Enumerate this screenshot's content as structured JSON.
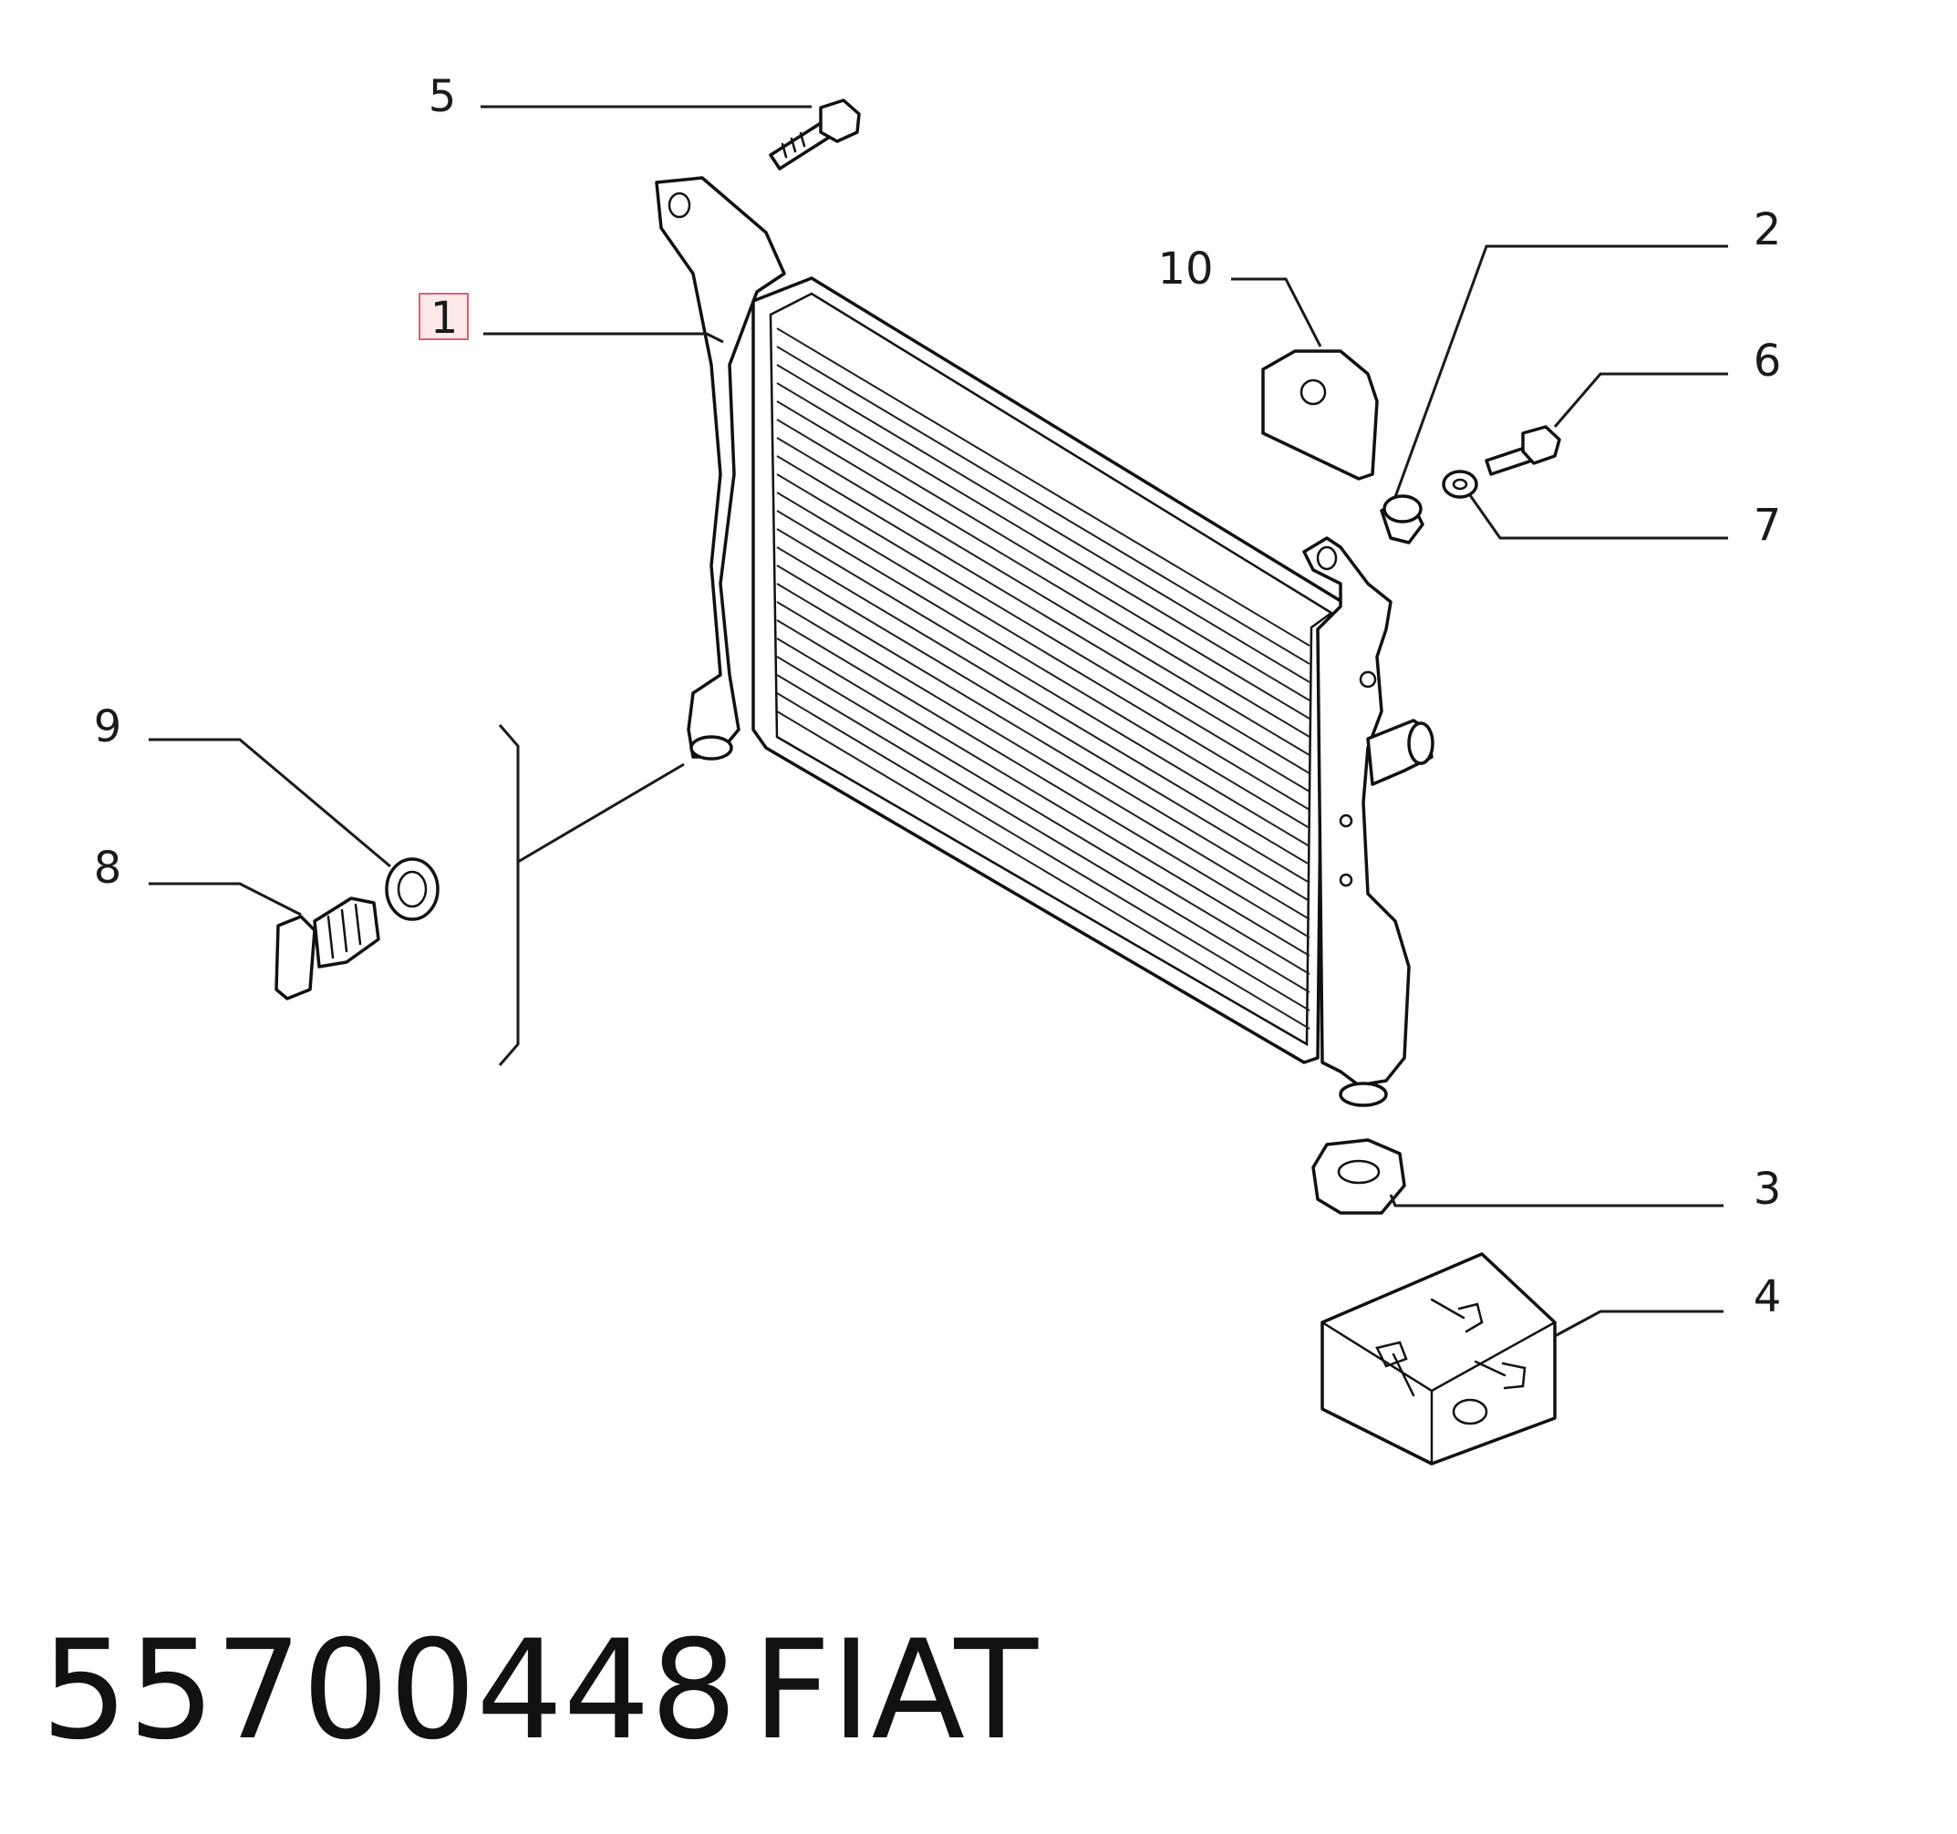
{
  "callouts": [
    {
      "label": "1",
      "highlighted": true
    },
    {
      "label": "2"
    },
    {
      "label": "3"
    },
    {
      "label": "4"
    },
    {
      "label": "5"
    },
    {
      "label": "6"
    },
    {
      "label": "7"
    },
    {
      "label": "8"
    },
    {
      "label": "9"
    },
    {
      "label": "10"
    }
  ],
  "caption": {
    "part_number": "55700448",
    "brand": "FIAT"
  },
  "colors": {
    "line": "#111111",
    "highlight_box": "#e06070",
    "background": "#ffffff"
  }
}
